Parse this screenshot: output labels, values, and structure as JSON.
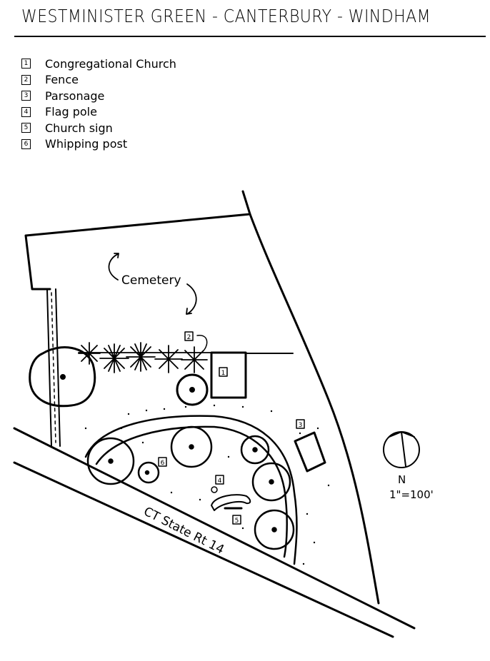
{
  "title": "WESTMINISTER GREEN - CANTERBURY - WINDHAM",
  "legend": [
    {
      "num": "1",
      "label": "Congregational Church"
    },
    {
      "num": "2",
      "label": "Fence"
    },
    {
      "num": "3",
      "label": "Parsonage"
    },
    {
      "num": "4",
      "label": "Flag pole"
    },
    {
      "num": "5",
      "label": "Church sign"
    },
    {
      "num": "6",
      "label": "Whipping post"
    }
  ],
  "map": {
    "cemetery_label": "Cemetery",
    "road_label": "CT State Rt 14",
    "markers": {
      "church": "1",
      "fence": "2",
      "parsonage": "3",
      "flagpole": "4",
      "sign": "5",
      "whipping_post": "6"
    },
    "north_label": "N",
    "scale_label": "1\"=100'"
  }
}
